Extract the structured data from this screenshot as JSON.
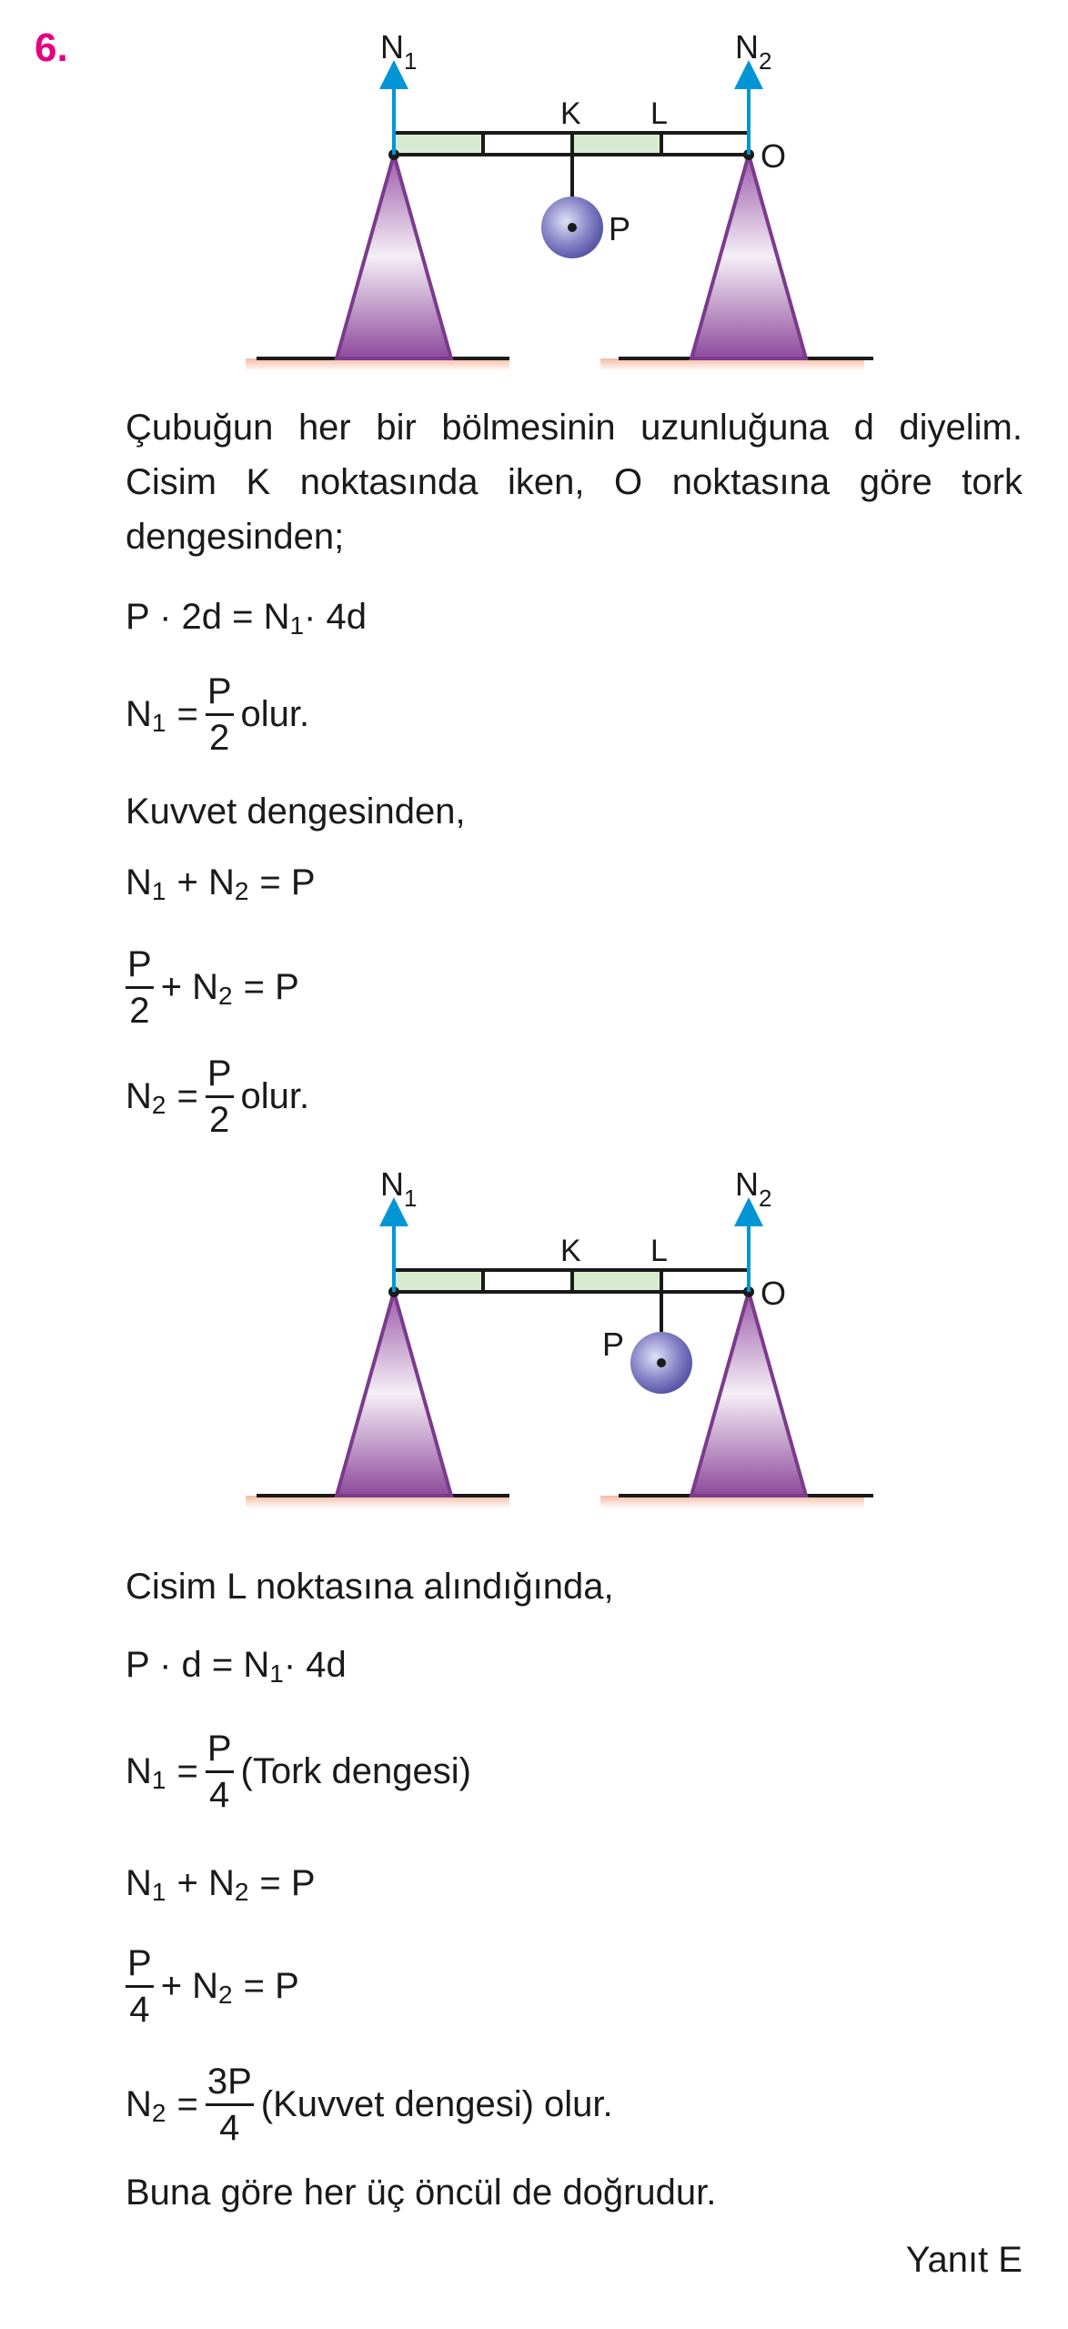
{
  "question": {
    "number": "6."
  },
  "figure1": {
    "n1": "N",
    "n1_sub": "1",
    "n2": "N",
    "n2_sub": "2",
    "k": "K",
    "l": "L",
    "o": "O",
    "p": "P"
  },
  "figure2": {
    "n1": "N",
    "n1_sub": "1",
    "n2": "N",
    "n2_sub": "2",
    "k": "K",
    "l": "L",
    "o": "O",
    "p": "P"
  },
  "text": {
    "intro": "Çubuğun her bir bölmesinin uzunluğuna d diyelim. Cisim K noktasında iken, O noktasına göre tork dengesinden;",
    "force_balance": "Kuvvet dengesinden,",
    "case_l": "Cisim L noktasına alındığında,",
    "conclusion": "Buna göre her üç öncül de doğrudur.",
    "answer": "Yanıt E"
  },
  "equations": {
    "e1": {
      "left": "P · 2d = N",
      "sub": "1",
      "right": " · 4d"
    },
    "e2": {
      "lhs": "N",
      "sub": "1",
      "eq": "=",
      "num": "P",
      "den": "2",
      "tail": "olur."
    },
    "e3": {
      "a": "N",
      "a_sub": "1",
      "plus": "+ N",
      "b_sub": "2",
      "tail": "= P"
    },
    "e4": {
      "num": "P",
      "den": "2",
      "mid": "+ N",
      "sub": "2",
      "tail": "= P"
    },
    "e5": {
      "lhs": "N",
      "sub": "2",
      "eq": "=",
      "num": "P",
      "den": "2",
      "tail": "olur."
    },
    "e6": {
      "left": "P · d = N",
      "sub": "1",
      "right": " · 4d"
    },
    "e7": {
      "lhs": "N",
      "sub": "1",
      "eq": "=",
      "num": "P",
      "den": "4",
      "tail": "(Tork dengesi)"
    },
    "e8": {
      "a": "N",
      "a_sub": "1",
      "plus": "+ N",
      "b_sub": "2",
      "tail": "= P"
    },
    "e9": {
      "num": "P",
      "den": "4",
      "mid": "+ N",
      "sub": "2",
      "tail": "= P"
    },
    "e10": {
      "lhs": "N",
      "sub": "2",
      "eq": "=",
      "num": "3P",
      "den": "4",
      "tail": "(Kuvvet dengesi) olur."
    }
  }
}
